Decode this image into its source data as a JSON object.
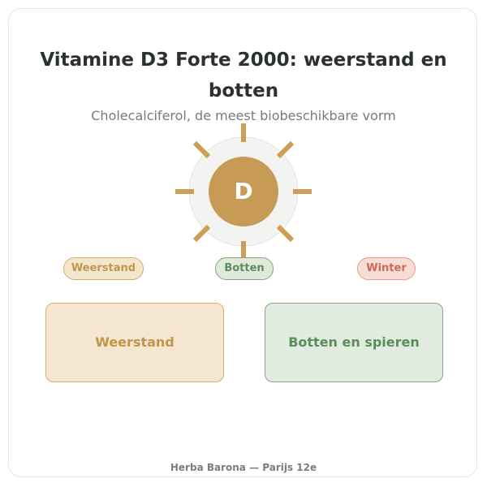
{
  "header": {
    "title": "Vitamine D3 Forte 2000: weerstand en botten",
    "subtitle": "Cholecalciferol, de meest biobeschikbare vorm"
  },
  "sun": {
    "letter": "D",
    "icon": "sun-icon",
    "colors": {
      "rays": "#cc9e56",
      "core": "#c79b55",
      "halo": "#f3f4f1"
    }
  },
  "tags": [
    {
      "label": "Weerstand"
    },
    {
      "label": "Botten"
    },
    {
      "label": "Winter"
    }
  ],
  "benefits": [
    {
      "label": "Weerstand"
    },
    {
      "label": "Botten en spieren"
    }
  ],
  "footer": {
    "text": "Herba Barona — Parijs 12e"
  }
}
